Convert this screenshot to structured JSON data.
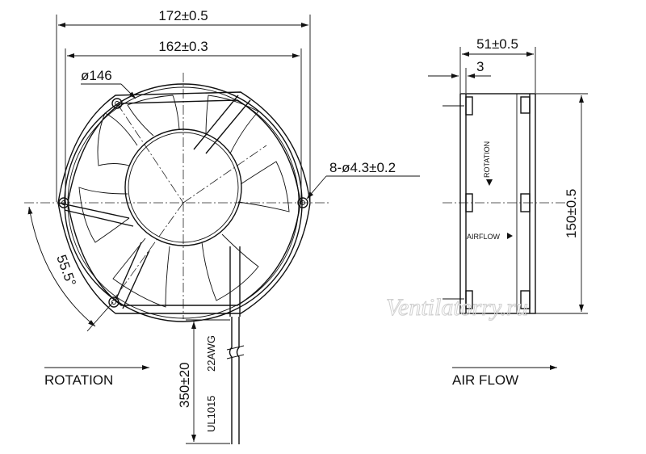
{
  "front_view": {
    "width_overall": "172±0.5",
    "hole_spacing": "162±0.3",
    "impeller_diameter": "ø146",
    "mount_holes": "8-ø4.3±0.2",
    "angle": "55.5°",
    "lead_length": "350±20",
    "lead_spec_line1": "22AWG",
    "lead_spec_line2": "UL1015",
    "rotation_label": "ROTATION"
  },
  "side_view": {
    "depth_overall": "51±0.5",
    "flange_thickness": "3",
    "height": "150±0.5",
    "rotation_marking": "ROTATION",
    "airflow_marking": "AIRFLOW",
    "airflow_label": "AIR FLOW"
  },
  "watermark": "Ventilatorry.ru"
}
